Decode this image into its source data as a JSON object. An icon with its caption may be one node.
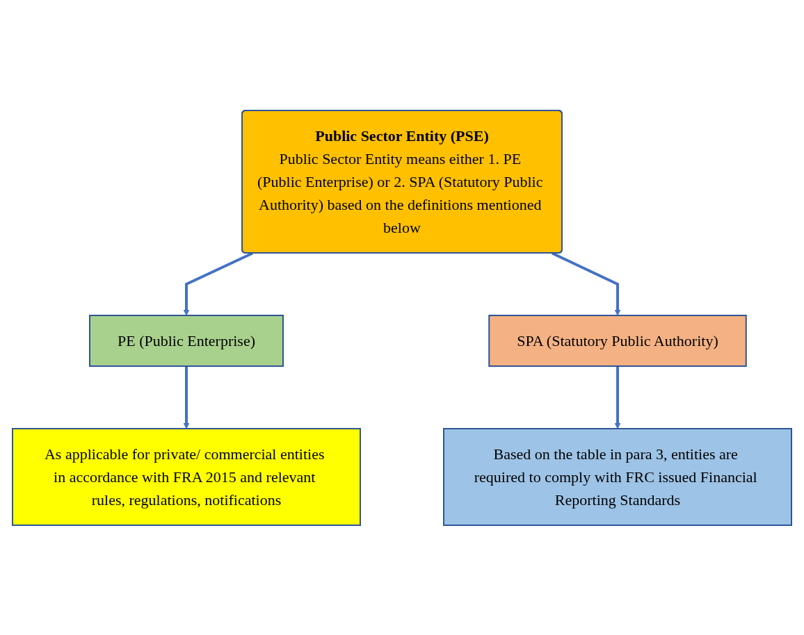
{
  "diagram": {
    "nodes": [
      {
        "text": [
          "Public Sector Entity (PSE)",
          "Public Sector Entity means either 1. PE (Public Enterprise) or 2. SPA (Statutory Public Authority) based on the definitions mentioned below"
        ]
      },
      {
        "text": [
          "PE (Public Enterprise)"
        ]
      },
      {
        "text": [
          "SPA (Statutory Public Authority)"
        ]
      },
      {
        "text": [
          "As applicable for private/ commercial entities in accordance with FRA 2015 and relevant rules, regulations, notifications"
        ]
      },
      {
        "text": [
          "Based on the table in para 3, entities are required to comply with FRC issued Financial Reporting Standards"
        ]
      }
    ],
    "edges": [
      {
        "from": 0,
        "to": 1,
        "arrow": "to"
      },
      {
        "from": 0,
        "to": 2,
        "arrow": "to"
      },
      {
        "from": 1,
        "to": 3,
        "arrow": "to"
      },
      {
        "from": 2,
        "to": 4,
        "arrow": "to"
      }
    ]
  }
}
